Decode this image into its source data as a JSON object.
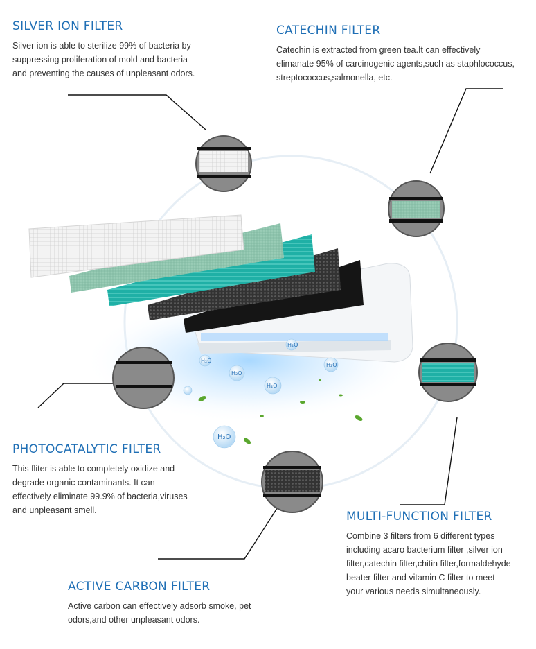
{
  "filters": {
    "silver_ion": {
      "title": "SILVER ION FILTER",
      "body": "Silver ion is able to sterilize 99% of bacteria by suppressing proliferation of mold and bacteria and preventing the causes of unpleasant odors."
    },
    "catechin": {
      "title": "CATECHIN FILTER",
      "body": "Catechin is extracted from green tea.It can effectively elimanate 95% of carcinogenic agents,such as staphlococcus, streptococcus,salmonella, etc."
    },
    "photocatalytic": {
      "title": "PHOTOCATALYTIC FILTER",
      "body": "This fliter is able to completely oxidize and degrade organic contaminants. It can effectively eliminate 99.9% of bacteria,viruses and unpleasant smell."
    },
    "multi_function": {
      "title": "MULTI-FUNCTION FILTER",
      "body": "Combine 3 filters from 6 different types including acaro bacterium filter ,silver ion filter,catechin filter,chitin filter,formaldehyde beater filter and vitamin C filter to meet your various needs simultaneously."
    },
    "active_carbon": {
      "title": "ACTIVE CARBON FILTER",
      "body": "Active carbon can effectively adsorb smoke, pet odors,and other unpleasant odors."
    }
  },
  "bubble_label": "H₂O",
  "colors": {
    "title_blue": "#1f6fb5",
    "body_text": "#333333",
    "white_filter": "#f2f2f2",
    "green_filter": "#8ec4ad",
    "teal_filter": "#1fb0a6",
    "carbon_filter": "#3a3a3a",
    "black_filter": "#151515"
  }
}
